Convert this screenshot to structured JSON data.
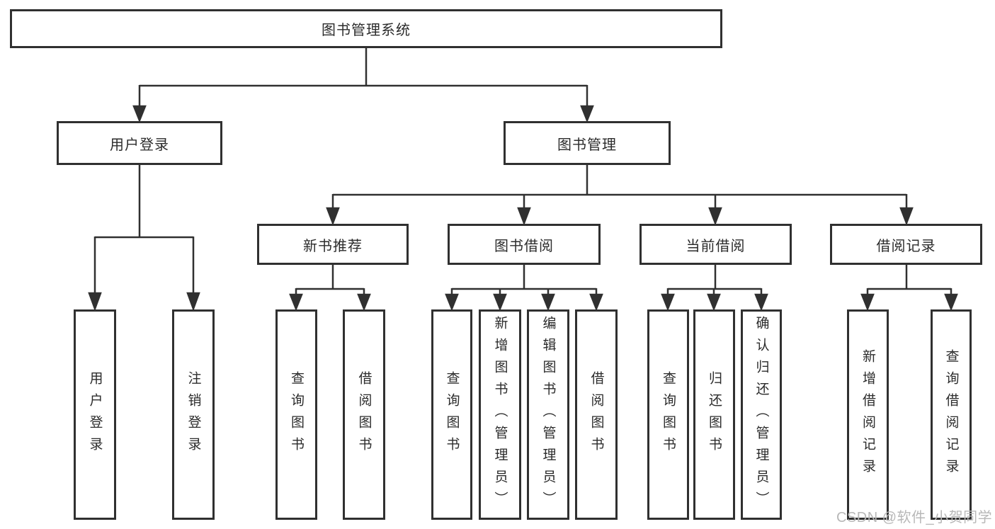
{
  "diagram": {
    "root": {
      "label": "图书管理系统"
    },
    "level1": {
      "user_login": {
        "label": "用户登录"
      },
      "book_management": {
        "label": "图书管理"
      }
    },
    "level2": {
      "new_book_recommend": {
        "label": "新书推荐"
      },
      "book_borrow": {
        "label": "图书借阅"
      },
      "current_borrow": {
        "label": "当前借阅"
      },
      "borrow_records": {
        "label": "借阅记录"
      }
    },
    "leaves": {
      "user_login": {
        "label": "用户登录"
      },
      "logout_login": {
        "label": "注销登录"
      },
      "recommend_query_books": {
        "label": "查询图书"
      },
      "recommend_borrow_books": {
        "label": "借阅图书"
      },
      "borrow_query_books": {
        "label": "查询图书"
      },
      "borrow_add_books_admin": {
        "label": "新增图书（管理员）"
      },
      "borrow_edit_books_admin": {
        "label": "编辑图书（管理员）"
      },
      "borrow_borrow_books": {
        "label": "借阅图书"
      },
      "current_query_books": {
        "label": "查询图书"
      },
      "current_return_books": {
        "label": "归还图书"
      },
      "current_confirm_return_admin": {
        "label": "确认归还（管理员）"
      },
      "records_add_borrow_record": {
        "label": "新增借阅记录"
      },
      "records_query_borrow_record": {
        "label": "查询借阅记录"
      }
    },
    "watermark": "CSDN @软件_小贺同学",
    "colors": {
      "line": "#303030",
      "box_border": "#303030",
      "text": "#2b2b2b",
      "background": "#ffffff",
      "watermark": "#b8b8b8"
    }
  }
}
